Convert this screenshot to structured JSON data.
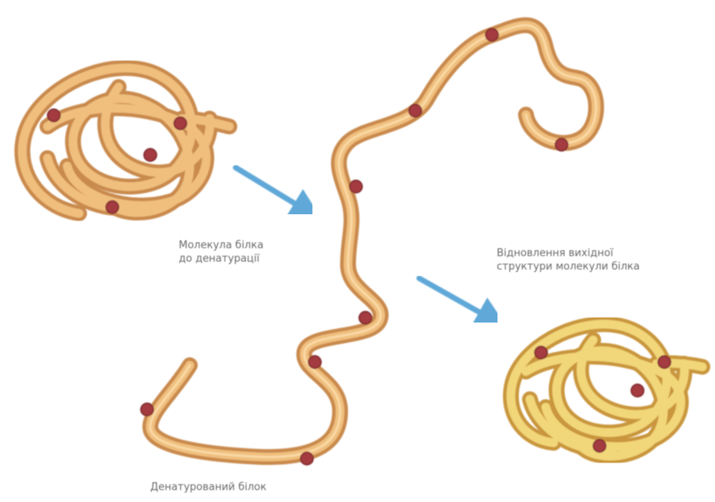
{
  "labels": {
    "native_line1": "Молекула білка",
    "native_line2": "до денатурації",
    "renatured_line1": "Відновлення вихідної",
    "renatured_line2": "структури молекули білка",
    "denatured": "Денатурований білок"
  },
  "colors": {
    "chain_outer": "#c98a4e",
    "chain_inner": "#f0bf7e",
    "chain_highlight": "#fbe0b0",
    "renatured_outer": "#c9963c",
    "renatured_inner": "#f2d77a",
    "bond": "#a33a3f",
    "arrow": "#5fa8d8"
  }
}
